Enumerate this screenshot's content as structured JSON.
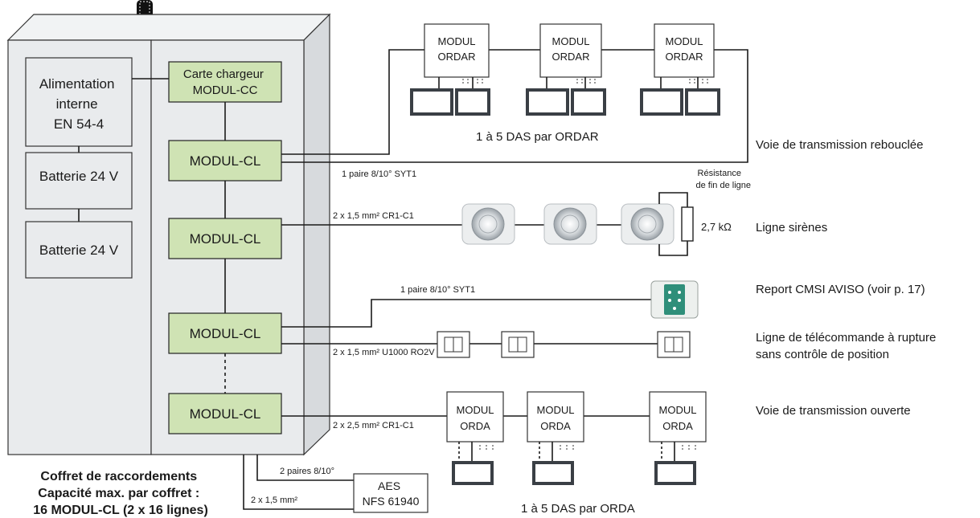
{
  "cabinet": {
    "left_blocks": [
      [
        "Alimentation",
        "interne",
        "EN 54-4"
      ],
      [
        "Batterie 24 V"
      ],
      [
        "Batterie 24 V"
      ]
    ],
    "charger": [
      "Carte chargeur",
      "MODUL-CC"
    ],
    "modules": [
      "MODUL-CL",
      "MODUL-CL",
      "MODUL-CL",
      "MODUL-CL"
    ],
    "caption": [
      "Coffret de raccordements",
      "Capacité max. par coffret :",
      "16 MODUL-CL (2 x 16 lignes)"
    ]
  },
  "ordar": {
    "modules": [
      [
        "MODUL",
        "ORDAR"
      ],
      [
        "MODUL",
        "ORDAR"
      ],
      [
        "MODUL",
        "ORDAR"
      ]
    ],
    "das_label": "1 à 5 DAS par ORDAR",
    "cable": "1 paire 8/10° SYT1",
    "line_label": "Voie de transmission rebouclée"
  },
  "sirens": {
    "cable": "2 x 1,5 mm² CR1-C1",
    "resistor_label": [
      "Résistance",
      "de fin de ligne"
    ],
    "resistor_value": "2,7 kΩ",
    "line_label": "Ligne sirènes"
  },
  "aviso": {
    "cable": "1 paire 8/10° SYT1",
    "line_label": "Report CMSI AVISO (voir p. 17)"
  },
  "telecommande": {
    "cable": "2 x 1,5 mm² U1000 RO2V",
    "line_label": [
      "Ligne de télécommande à rupture",
      "sans contrôle de position"
    ]
  },
  "orda": {
    "modules": [
      [
        "MODUL",
        "ORDA"
      ],
      [
        "MODUL",
        "ORDA"
      ],
      [
        "MODUL",
        "ORDA"
      ]
    ],
    "cable": "2 x 2,5 mm² CR1-C1",
    "das_label": "1 à 5 DAS par ORDA",
    "line_label": "Voie de transmission ouverte"
  },
  "aes": {
    "label": [
      "AES",
      "NFS 61940"
    ],
    "cable_top": "2 paires 8/10°",
    "cable_bottom": "2 x 1,5 mm²"
  }
}
